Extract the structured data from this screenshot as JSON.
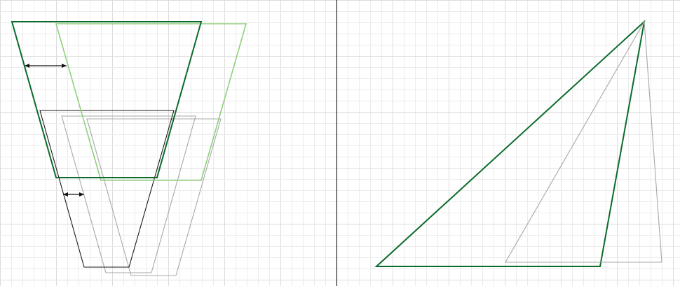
{
  "colors": {
    "background": "#ffffff",
    "grid_minor": "#ececec",
    "grid_major": "#dcdcdc",
    "divider": "#000000",
    "dark_green": "#0b6b2a",
    "light_green": "#8fd07f",
    "black": "#1a1a1a",
    "gray": "#a8a8a8"
  },
  "left_panel": {
    "shapes": [
      {
        "name": "dark-green-trapezoid",
        "color_key": "dark_green",
        "stroke_width": 2
      },
      {
        "name": "light-green-trapezoid",
        "color_key": "light_green",
        "stroke_width": 1.6
      },
      {
        "name": "black-trapezoid",
        "color_key": "black",
        "stroke_width": 1.1
      },
      {
        "name": "gray-trapezoid-1",
        "color_key": "gray",
        "stroke_width": 1.1
      },
      {
        "name": "gray-trapezoid-2",
        "color_key": "gray",
        "stroke_width": 1.1
      }
    ],
    "arrows": [
      {
        "name": "top-offset-arrow",
        "style": "double-headed"
      },
      {
        "name": "bottom-offset-arrow",
        "style": "double-headed"
      }
    ]
  },
  "right_panel": {
    "shapes": [
      {
        "name": "dark-green-triangle",
        "color_key": "dark_green",
        "stroke_width": 2
      },
      {
        "name": "gray-triangle",
        "color_key": "gray",
        "stroke_width": 1.1
      }
    ]
  }
}
